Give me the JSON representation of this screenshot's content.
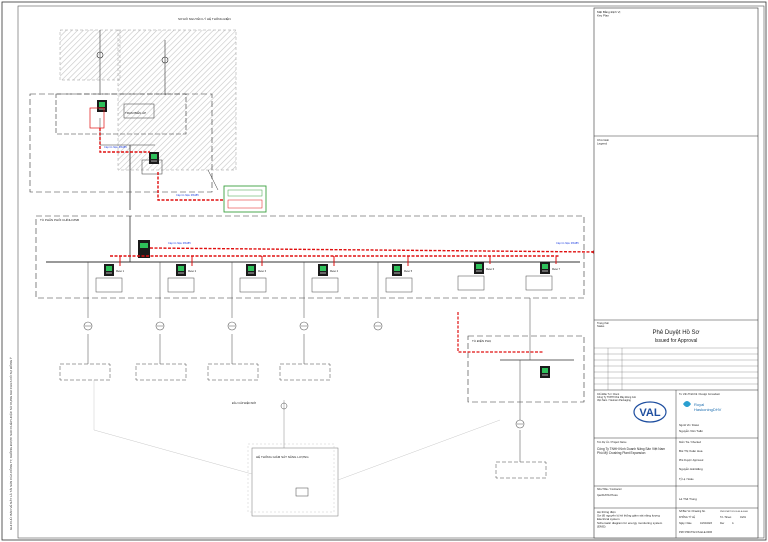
{
  "drawing": {
    "top_note": "SƠ ĐỒ NGUYÊN LÝ HỆ THỐNG ĐIỆN",
    "upper_group_label": "TRẠM BIẾN ÁP",
    "bus_label": "TỦ PHÂN PHỐI CHÍNH MSB",
    "left_vertical_note": "GHI CHÚ: BẢN VẼ NÀY LÀ TÀI SẢN CỦA CÔNG TY, KHÔNG ĐƯỢC SAO CHÉP HOẶC SỬ DỤNG KHI CHƯA CÓ SỰ ĐỒNG Ý",
    "cable_labels": [
      "Cáp tín hiệu RS485",
      "Cáp tín hiệu RS485",
      "Cáp tín hiệu RS485",
      "Cáp tín hiệu RS485"
    ],
    "meter_labels": [
      "Meter 1",
      "Meter 2",
      "Meter 3",
      "Meter 4",
      "Meter 5",
      "Meter 6",
      "Meter 7"
    ],
    "lower_right_label": "TỦ ĐIỆN PHỤ",
    "bottom_center_label": "HỆ THỐNG GIÁM SÁT NĂNG LƯỢNG",
    "lower_center_tag": "ĐẦU CẮP ĐIỆN MỚI"
  },
  "title_block": {
    "keyplan_label": "Mặt Bằng Định Vị\nKey Plan",
    "legend_label": "Chú Giải\nLegend",
    "status_small": "Trạng thái\nStatus",
    "approval_vi": "Phê Duyệt Hồ Sơ",
    "approval_en": "Issued for Approval",
    "company_block": "Chủ Đầu Tư / Client\nCông Ty TNHH Nhà Máy Đóng Gói\nViệt Nam / Vietnam Packaging",
    "consultant_label": "Tư Vấn Thiết Kế / Design Consultant",
    "consultant_name": "Royal\nHaskoningDHV",
    "project_label": "Tên Dự Án / Project Name",
    "project_name": "Công Ty TNHH Kinh Doanh Năng Sản Việt Nam\nPhú Mỹ Crushing Plant Expansion",
    "drawn_label": "Người Vẽ / Drawn",
    "drawn_name": "Nguyễn Văn Tuấn",
    "checked_label": "Kiểm Tra / Checked",
    "checked_name": "Bùi Thị Xuân Hoa",
    "approved_label": "Phê Duyệt / Approved",
    "approved_name": "Nguyễn Hải Đăng",
    "contractor_label": "Nhà Thầu / Contractor",
    "contractor_name": "IperDATA Pluss",
    "scale_label": "Tỷ Lệ / Scale",
    "scale_value": "KHÔNG TỶ LỆ",
    "engineer_name": "Lê Thế Trung",
    "drawing_title": "Hệ thống điện\nSơ đồ nguyên lý hệ thống giám sát năng lượng\nElectrical system\nSchematic diagram for energy monitoring system\n(EMS)",
    "doc_no_label": "Số Bản Vẽ / Drawing No.",
    "doc_no_value": "PMY-PMCT02-FS-ELE-0006",
    "rev_label": "Rev",
    "rev_value": "A",
    "sheet_label": "Tờ / Sheet",
    "sheet_value": "01/01",
    "date_label": "Ngày / Date",
    "date_value": "10/04/2023",
    "footer_note": "PMY-PMCT02-FS-ELE-0006"
  },
  "colors": {
    "signal_red": "#e01010",
    "signal_blue": "#2040e0",
    "meter_green": "#20b040",
    "panel_green": "#3aa040",
    "hatch": "#bbbbbb"
  }
}
